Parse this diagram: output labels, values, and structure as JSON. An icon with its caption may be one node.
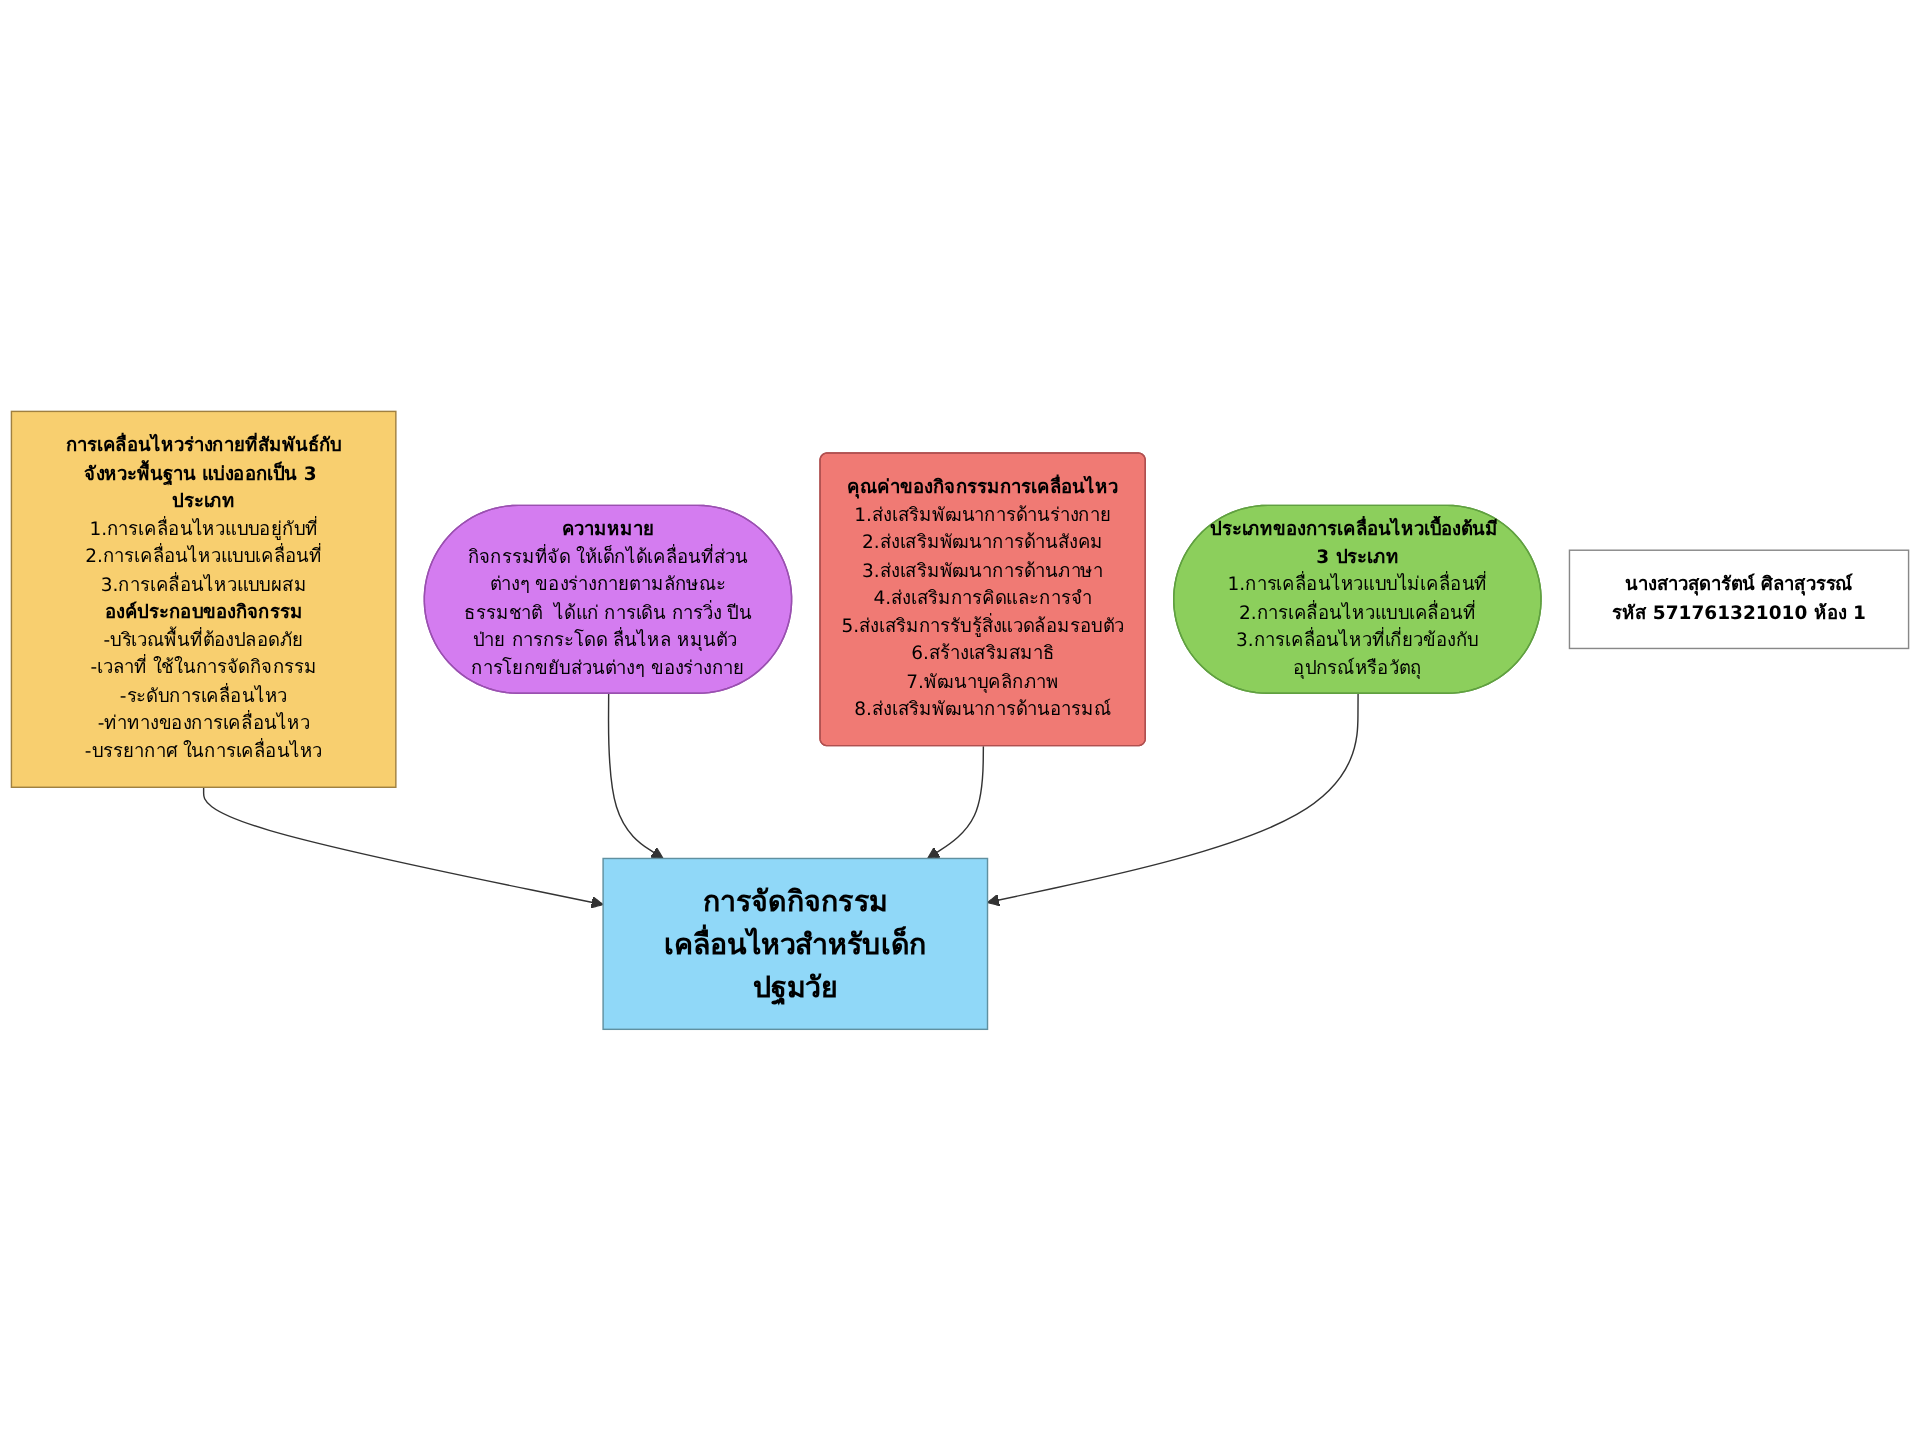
{
  "diagram": {
    "nodes": [
      {
        "text": [
          "การเคลื่อนไหวร่างกายที่สัมพันธ์กับจังหวะพื้นฐาน แบ่งออกเป็น 3 ประเภท",
          "1.การเคลื่อนไหวแบบอยู่กับที่",
          "2.การเคลื่อนไหวแบบเคลื่อนที่",
          "3.การเคลื่อนไหวแบบผสม",
          "องค์ประกอบของกิจกรรม",
          "-บริเวณพื้นที่ต้องปลอดภัย",
          "-เวลาที่ ใช้ในการจัดกิจกรรม",
          "-ระดับการเคลื่อนไหว",
          "-ท่าทางของการเคลื่อนไหว",
          "-บรรยากาศ ในการเคลื่อนไหว"
        ]
      },
      {
        "text": [
          "ความหมาย",
          "กิจกรรมที่จัด ให้เด็กได้เคลื่อนที่ส่วนต่างๆ ของร่างกายตามลักษณะธรรมชาติ  ได้แก่ การเดิน การวิ่ง ปีนป่าย การกระโดด ลื่นไหล หมุนตัว การโยกขยับส่วนต่างๆ ของร่างกาย"
        ]
      },
      {
        "text": [
          "การจัดกิจกรรมเคลื่อนไหวสำหรับเด็กปฐมวัย"
        ]
      },
      {
        "text": [
          "คุณค่าของกิจกรรมการเคลื่อนไหว",
          "1.ส่งเสริมพัฒนาการด้านร่างกาย",
          "2.ส่งเสริมพัฒนาการด้านสังคม",
          "3.ส่งเสริมพัฒนาการด้านภาษา",
          "4.ส่งเสริมการคิดและการจำ",
          "5.ส่งเสริมการรับรู้สิ่งแวดล้อมรอบตัว",
          "6.สร้างเสริมสมาธิ",
          "7.พัฒนาบุคลิกภาพ",
          "8.ส่งเสริมพัฒนาการด้านอารมณ์"
        ]
      },
      {
        "text": [
          "ประเภทของการเคลื่อนไหวเบื้องต้นมี 3 ประเภท",
          "1.การเคลื่อนไหวแบบไม่เคลื่อนที่",
          "2.การเคลื่อนไหวแบบเคลื่อนที่",
          "3.การเคลื่อนไหวที่เกี่ยวข้องกับอุปกรณ์หรือวัตถุ"
        ]
      },
      {
        "text": [
          "นางสาวสุดารัตน์  ศิลาสุวรรณ์",
          "รหัส 571761321010 ห้อง 1"
        ]
      }
    ],
    "edges": [
      {
        "from": 0,
        "to": 2,
        "arrow": "to"
      },
      {
        "from": 1,
        "to": 2,
        "arrow": "to"
      },
      {
        "from": 3,
        "to": 2,
        "arrow": "to"
      },
      {
        "from": 4,
        "to": 2,
        "arrow": "to"
      }
    ]
  }
}
